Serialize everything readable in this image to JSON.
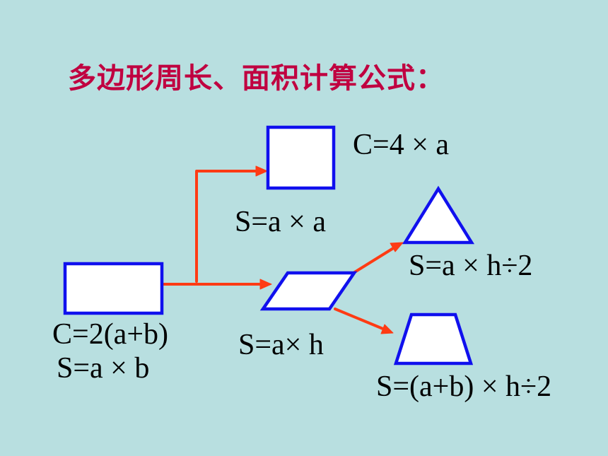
{
  "title": "多边形周长、面积计算公式：",
  "colors": {
    "background": "#b8dfe0",
    "title": "#c00040",
    "shape_stroke": "#1010ee",
    "shape_fill": "#ffffff",
    "arrow": "#ff3b14",
    "text": "#000000"
  },
  "shapes": {
    "rectangle": {
      "perimeter": "C=2(a+b)",
      "area": "S=a × b"
    },
    "square": {
      "perimeter": "C=4 × a",
      "area": "S=a × a"
    },
    "parallelogram": {
      "area": "S=a× h"
    },
    "triangle": {
      "area": "S=a × h÷2"
    },
    "trapezoid": {
      "area": "S=(a+b) × h÷2"
    }
  }
}
